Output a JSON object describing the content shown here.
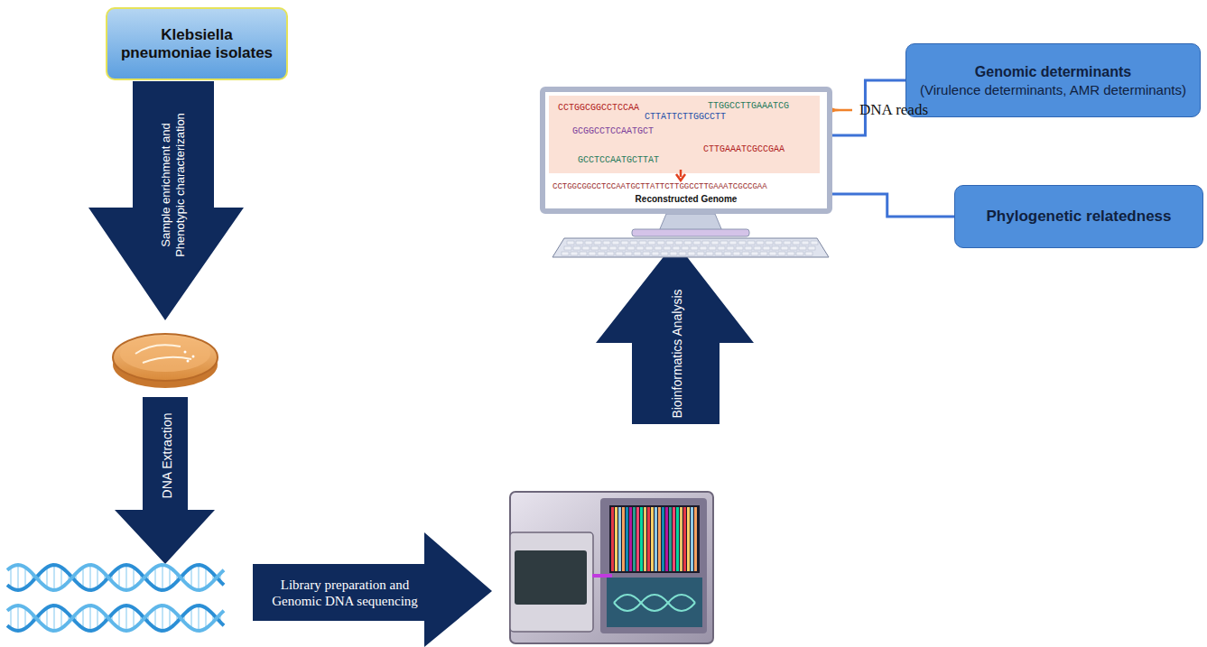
{
  "diagram": {
    "nodes": [
      {
        "text": [
          "Klebsiella pneumoniae isolates"
        ]
      },
      {
        "text": [
          "CCTGGCGGCCTCCAA",
          "TTGGCCTTGAAATCG",
          "CTTATTCTTGGCCTT",
          "GCGGCCTCCAATGCT",
          "CTTGAAATCGCCGAA",
          "GCCTCCAATGCTTAT",
          "CCTGGCGGCCTCCAATGCTTATTCTTGGCCTTGAAATCGCCGAA",
          "Reconstructed Genome"
        ]
      },
      {
        "text": [
          "Genomic determinants",
          "(Virulence determinants, AMR determinants)"
        ]
      },
      {
        "text": [
          "Phylogenetic relatedness"
        ]
      }
    ],
    "edges": [
      {
        "from": 1,
        "to": 2,
        "arrow": "none"
      },
      {
        "from": 1,
        "to": 3,
        "arrow": "none"
      }
    ],
    "labels": [
      "DNA reads",
      "Sample enrichment and Phenotypic characterization",
      "DNA Extraction",
      "Library preparation and Genomic DNA sequencing",
      "Bioinformatics Analysis"
    ]
  }
}
